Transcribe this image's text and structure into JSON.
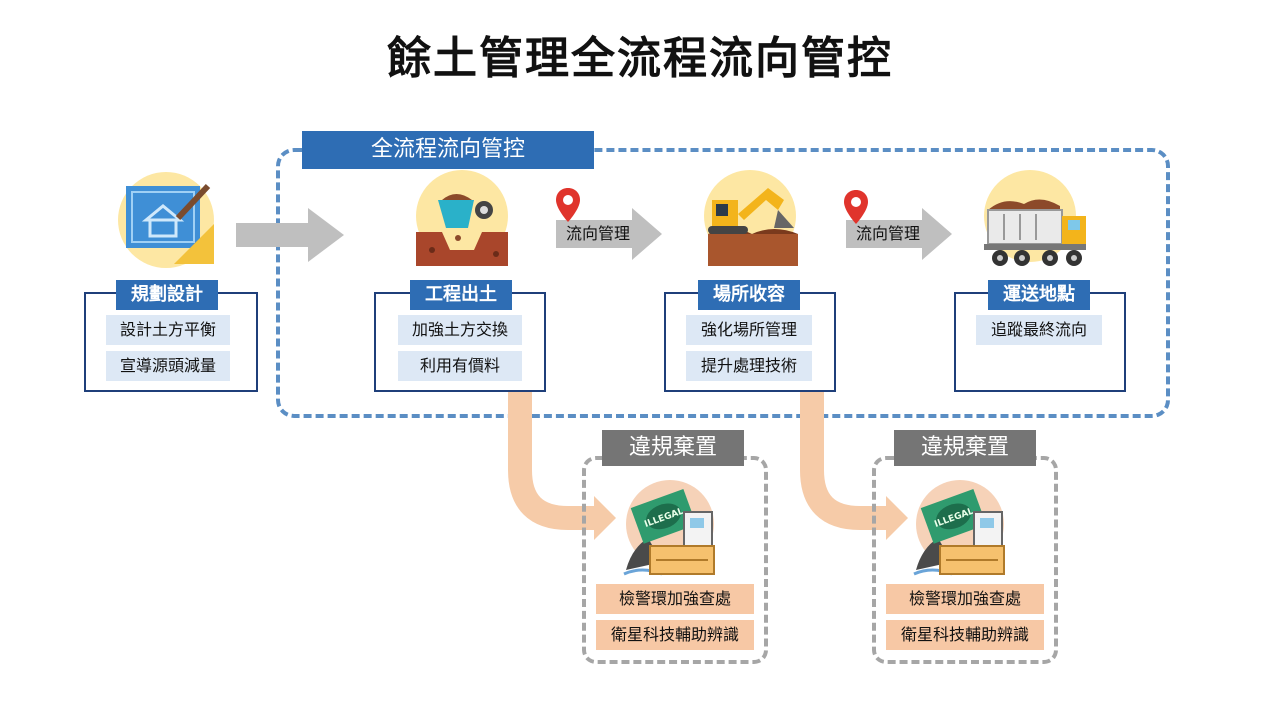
{
  "title": "餘土管理全流程流向管控",
  "scope_label": "全流程流向管控",
  "flow_label": "流向管理",
  "stages": [
    {
      "label": "規劃設計",
      "items": [
        "設計土方平衡",
        "宣導源頭減量"
      ],
      "icon": "blueprint-icon"
    },
    {
      "label": "工程出土",
      "items": [
        "加強土方交換",
        "利用有價料"
      ],
      "icon": "excavation-icon"
    },
    {
      "label": "場所收容",
      "items": [
        "強化場所管理",
        "提升處理技術"
      ],
      "icon": "excavator-icon"
    },
    {
      "label": "運送地點",
      "items": [
        "追蹤最終流向"
      ],
      "icon": "dump-truck-icon"
    }
  ],
  "violations": [
    {
      "label": "違規棄置",
      "items": [
        "檢警環加強查處",
        "衛星科技輔助辨識"
      ],
      "icon": "illegal-dumping-icon",
      "badge": "ILLEGAL"
    },
    {
      "label": "違規棄置",
      "items": [
        "檢警環加強查處",
        "衛星科技輔助辨識"
      ],
      "icon": "illegal-dumping-icon",
      "badge": "ILLEGAL"
    }
  ],
  "colors": {
    "accent_blue": "#2e6db4",
    "dashed_blue": "#5b8ec4",
    "item_blue": "#dde8f5",
    "peach": "#f7c8a5",
    "gray": "#757575"
  }
}
